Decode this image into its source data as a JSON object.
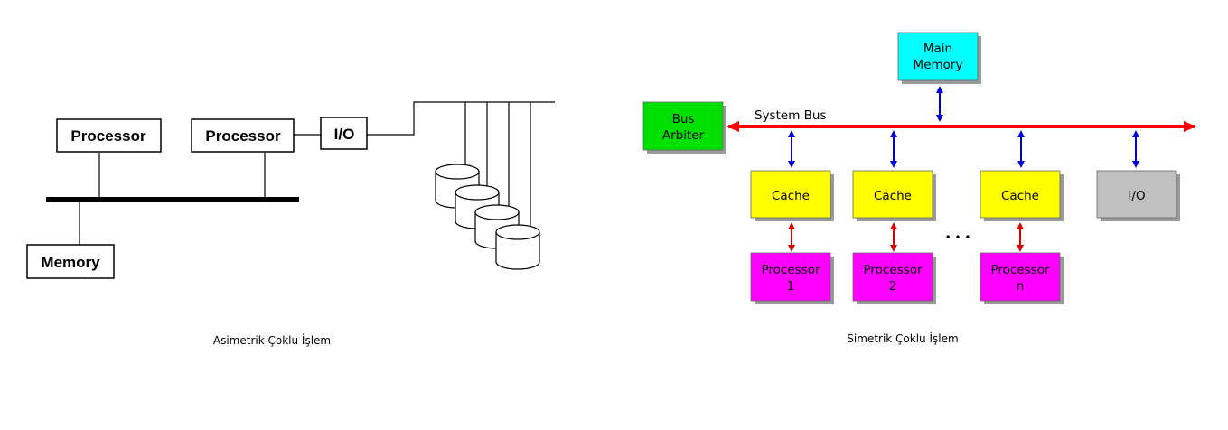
{
  "asymmetric": {
    "processor_1": "Processor",
    "processor_2": "Processor",
    "io": "I/O",
    "memory": "Memory",
    "caption": "Asimetrik Çoklu İşlem"
  },
  "symmetric": {
    "main_memory": [
      "Main",
      "Memory"
    ],
    "bus_arbiter": [
      "Bus",
      "Arbiter"
    ],
    "system_bus": "System Bus",
    "cache_1": "Cache",
    "cache_2": "Cache",
    "cache_n": "Cache",
    "io": "I/O",
    "processor_1": [
      "Processor",
      "1"
    ],
    "processor_2": [
      "Processor",
      "2"
    ],
    "processor_n": [
      "Processor",
      "n"
    ],
    "ellipsis": "• • •",
    "caption": "Simetrik Çoklu İşlem"
  },
  "colors": {
    "main_memory": "#00ffff",
    "bus_arbiter": "#00e000",
    "cache": "#ffff00",
    "processor": "#ff00ff",
    "io": "#c0c0c0",
    "system_bus": "#ff0000",
    "memory_link": "#0000dd",
    "cache_link": "#dd0000"
  }
}
